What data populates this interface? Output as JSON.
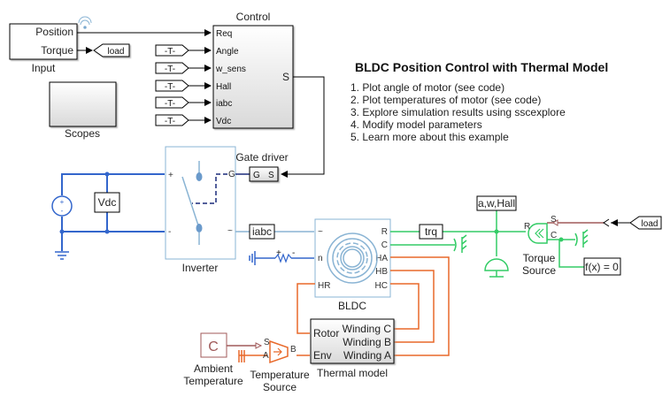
{
  "model": {
    "title": "BLDC Position Control with Thermal Model",
    "links": [
      "1. Plot angle of motor (see code)",
      "2. Plot temperatures of motor (see code)",
      "3. Explore simulation results using sscexplore",
      "4. Modify model parameters",
      "5. Learn more about this example"
    ]
  },
  "blocks": {
    "input": {
      "label": "Input",
      "ports": [
        "Position",
        "Torque"
      ]
    },
    "load_goto": {
      "label": "load"
    },
    "scopes": {
      "label": "Scopes"
    },
    "control": {
      "label": "Control",
      "inputs": [
        "Req",
        "Angle",
        "w_sens",
        "Hall",
        "iabc",
        "Vdc"
      ],
      "output": "S"
    },
    "from_tags": {
      "label": "-T-"
    },
    "gate_driver": {
      "label": "Gate driver",
      "ports": [
        "G",
        "S"
      ]
    },
    "inverter": {
      "label": "Inverter",
      "port_plus": "+",
      "port_minus": "-",
      "port_g": "G",
      "port_tilde": "~"
    },
    "vdc": {
      "label": "Vdc"
    },
    "iabc": {
      "label": "iabc"
    },
    "bldc": {
      "label": "BLDC",
      "ports_left": [
        "~",
        "n",
        "HR"
      ],
      "ports_right": [
        "R",
        "C",
        "HA",
        "HB",
        "HC"
      ]
    },
    "trq": {
      "label": "trq"
    },
    "sensor": {
      "label": "a,w,Hall"
    },
    "torque_source": {
      "label1": "Torque",
      "label2": "Source",
      "port_r": "R",
      "port_s": "S",
      "port_c": "C"
    },
    "load_from": {
      "label": "load"
    },
    "solver": {
      "label": "f(x) = 0"
    },
    "thermal_model": {
      "label": "Thermal model",
      "ports_left": [
        "Rotor",
        "Env"
      ],
      "ports_right": [
        "Winding C",
        "Winding B",
        "Winding A"
      ]
    },
    "ambient_temperature": {
      "label1": "Ambient",
      "label2": "Temperature",
      "glyph": "C"
    },
    "temperature_source": {
      "label1": "Temperature",
      "label2": "Source",
      "port_s": "S",
      "port_a": "A",
      "port_b": "B"
    },
    "resistor": {
      "plus": "+",
      "minus": "-"
    }
  },
  "colors": {
    "signal": "#000000",
    "electrical": "#3366cc",
    "electrical_light": "#8ab4d4",
    "mechanical": "#33cc66",
    "thermal": "#e8692a",
    "physical_signal": "#a05a5a",
    "dashed_control": "#1a2a7a"
  }
}
